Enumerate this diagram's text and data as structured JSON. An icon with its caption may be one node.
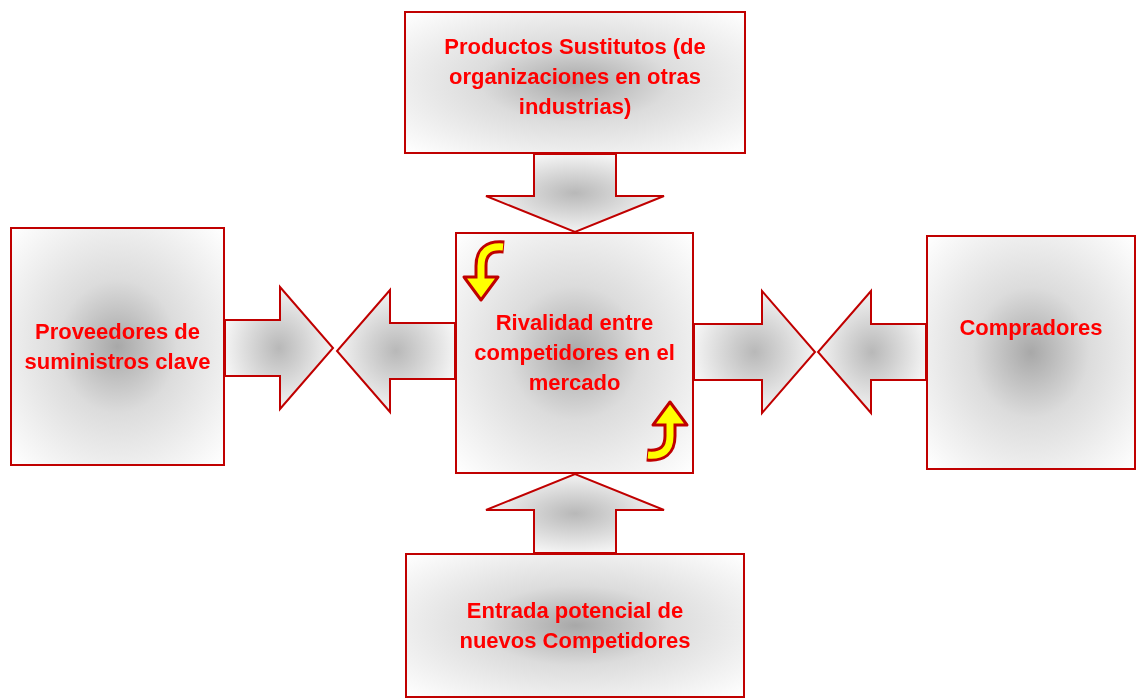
{
  "diagram": {
    "nodes": [
      {
        "text": [
          "Productos Sustitutos (de organizaciones en otras industrias)"
        ]
      },
      {
        "text": [
          "Proveedores de suministros clave"
        ]
      },
      {
        "text": [
          "Rivalidad entre competidores en el mercado"
        ]
      },
      {
        "text": [
          "Compradores"
        ]
      },
      {
        "text": [
          "Entrada potencial de nuevos Competidores"
        ]
      }
    ],
    "edges": [
      {
        "from": 0,
        "to": 2,
        "arrow": "to"
      },
      {
        "from": 1,
        "to": null,
        "arrow": "to"
      },
      {
        "from": 2,
        "to": null,
        "arrow": "to"
      },
      {
        "from": 2,
        "to": null,
        "arrow": "to"
      },
      {
        "from": 3,
        "to": null,
        "arrow": "to"
      },
      {
        "from": 4,
        "to": 2,
        "arrow": "to"
      }
    ]
  }
}
